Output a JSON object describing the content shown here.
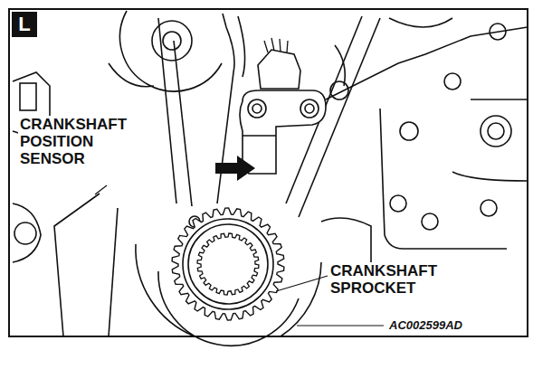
{
  "diagram": {
    "nodes": [
      {
        "text": [
          "L"
        ]
      }
    ],
    "labels": [
      "CRANKSHAFT POSITION SENSOR",
      "CRANKSHAFT SPROCKET",
      "AC002599AD"
    ]
  }
}
